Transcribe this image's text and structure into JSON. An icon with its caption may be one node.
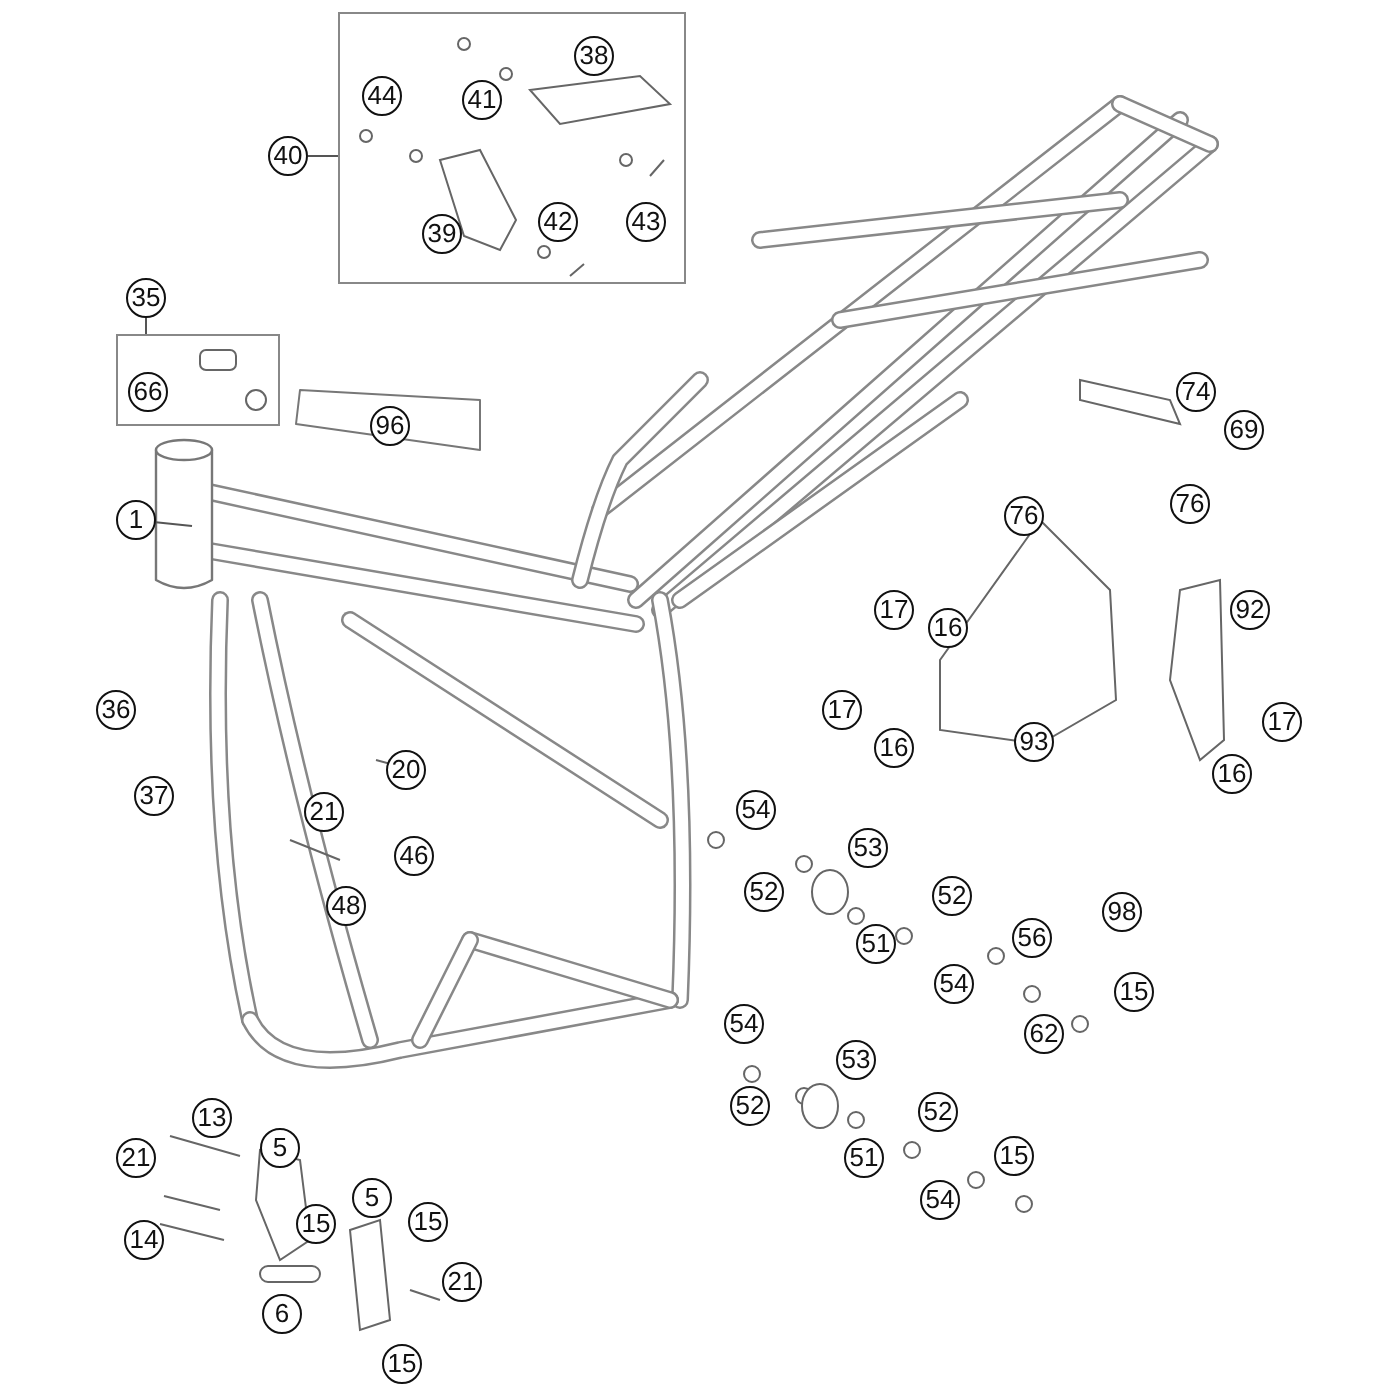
{
  "diagram": {
    "nodes": [
      {
        "text": [],
        "shape": "box"
      },
      {
        "text": [
          "38"
        ],
        "in": 0
      },
      {
        "text": [
          "44"
        ],
        "in": 0
      },
      {
        "text": [
          "41"
        ],
        "in": 0
      },
      {
        "text": [
          "40"
        ]
      },
      {
        "text": [
          "42"
        ],
        "in": 0
      },
      {
        "text": [
          "43"
        ],
        "in": 0
      },
      {
        "text": [
          "39"
        ],
        "in": 0
      },
      {
        "text": [
          "35"
        ]
      },
      {
        "text": [],
        "shape": "box"
      },
      {
        "text": [
          "66"
        ],
        "in": 9
      },
      {
        "text": [
          "74"
        ]
      },
      {
        "text": [
          "96"
        ]
      },
      {
        "text": [
          "69"
        ]
      },
      {
        "text": [
          "76"
        ]
      },
      {
        "text": [
          "76"
        ]
      },
      {
        "text": [
          "1"
        ]
      },
      {
        "text": [
          "17"
        ]
      },
      {
        "text": [
          "92"
        ]
      },
      {
        "text": [
          "16"
        ]
      },
      {
        "text": [
          "36"
        ]
      },
      {
        "text": [
          "17"
        ]
      },
      {
        "text": [
          "17"
        ]
      },
      {
        "text": [
          "93"
        ]
      },
      {
        "text": [
          "16"
        ]
      },
      {
        "text": [
          "20"
        ]
      },
      {
        "text": [
          "16"
        ]
      },
      {
        "text": [
          "37"
        ]
      },
      {
        "text": [
          "54"
        ]
      },
      {
        "text": [
          "21"
        ]
      },
      {
        "text": [
          "53"
        ]
      },
      {
        "text": [
          "46"
        ]
      },
      {
        "text": [
          "52"
        ]
      },
      {
        "text": [
          "52"
        ]
      },
      {
        "text": [
          "48"
        ]
      },
      {
        "text": [
          "98"
        ]
      },
      {
        "text": [
          "56"
        ]
      },
      {
        "text": [
          "51"
        ]
      },
      {
        "text": [
          "54"
        ]
      },
      {
        "text": [
          "15"
        ]
      },
      {
        "text": [
          "54"
        ]
      },
      {
        "text": [
          "62"
        ]
      },
      {
        "text": [
          "53"
        ]
      },
      {
        "text": [
          "52"
        ]
      },
      {
        "text": [
          "52"
        ]
      },
      {
        "text": [
          "13"
        ]
      },
      {
        "text": [
          "5"
        ]
      },
      {
        "text": [
          "15"
        ]
      },
      {
        "text": [
          "21"
        ]
      },
      {
        "text": [
          "51"
        ]
      },
      {
        "text": [
          "5"
        ]
      },
      {
        "text": [
          "54"
        ]
      },
      {
        "text": [
          "15"
        ]
      },
      {
        "text": [
          "15"
        ]
      },
      {
        "text": [
          "14"
        ]
      },
      {
        "text": [
          "21"
        ]
      },
      {
        "text": [
          "6"
        ]
      },
      {
        "text": [
          "15"
        ]
      }
    ],
    "edges": [
      {
        "from": 4,
        "to": 0,
        "arrow": "none"
      },
      {
        "from": 8,
        "to": 9,
        "arrow": "none"
      },
      {
        "from": 16,
        "to": null,
        "arrow": "none"
      }
    ]
  }
}
